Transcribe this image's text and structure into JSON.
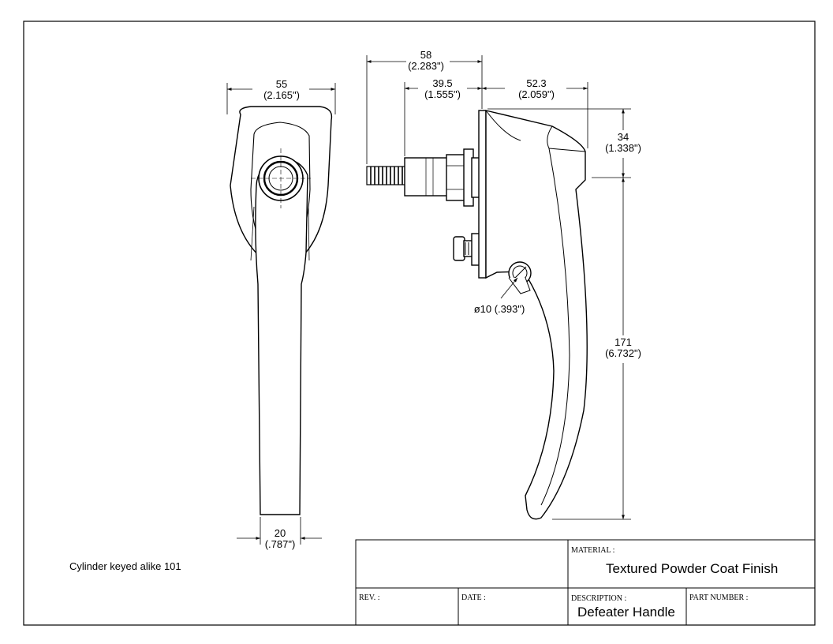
{
  "dimensions": {
    "front_width_mm": "55",
    "front_width_in": "(2.165\")",
    "front_bottom_width_mm": "20",
    "front_bottom_width_in": "(.787\")",
    "overall_depth_mm": "58",
    "overall_depth_in": "(2.283\")",
    "stud_depth_mm": "39.5",
    "stud_depth_in": "(1.555\")",
    "handle_depth_mm": "52.3",
    "handle_depth_in": "(2.059\")",
    "head_height_mm": "34",
    "head_height_in": "(1.338\")",
    "handle_length_mm": "171",
    "handle_length_in": "(6.732\")",
    "cylinder_diameter": "ø10 (.393\")"
  },
  "note": "Cylinder keyed alike 101",
  "title_block": {
    "material_label": "MATERIAL :",
    "material_value": "Textured Powder Coat Finish",
    "rev_label": "REV. :",
    "date_label": "DATE :",
    "description_label": "DESCRIPTION :",
    "description_value": "Defeater Handle",
    "part_number_label": "PART NUMBER :"
  }
}
